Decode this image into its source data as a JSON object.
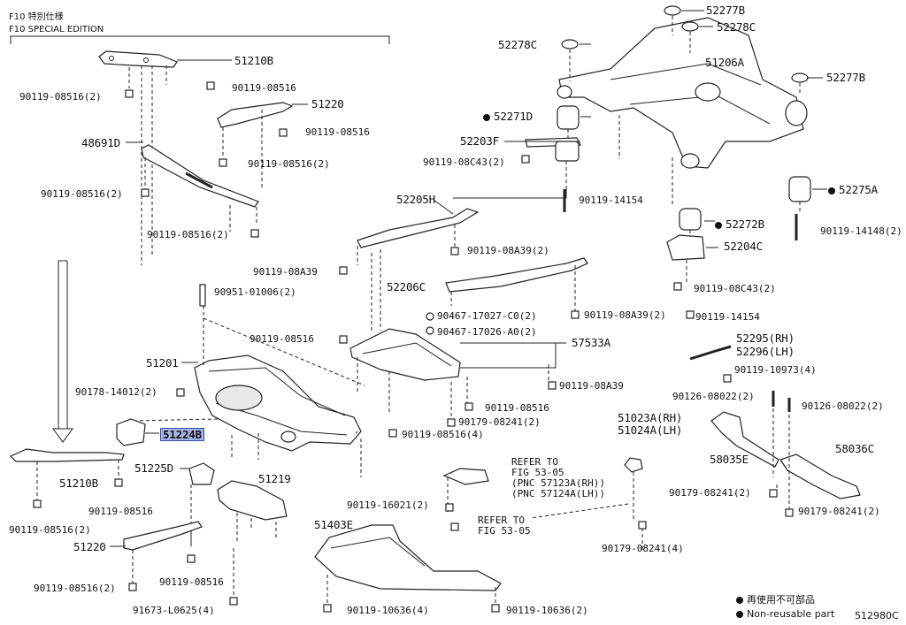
{
  "header": {
    "title_jp": "F10 特別仕様",
    "title_en": "F10 SPECIAL EDITION"
  },
  "parts": {
    "p51210B_top": "51210B",
    "p90119_08516_2_a": "90119-08516(2)",
    "p90119_08516_a": "90119-08516",
    "p51220_top": "51220",
    "p90119_08516_b": "90119-08516",
    "p48691D": "48691D",
    "p90119_08516_2_b": "90119-08516(2)",
    "p90119_08516_2_c": "90119-08516(2)",
    "p90119_08516_2_d": "90119-08516(2)",
    "p52277B_top": "52277B",
    "p52278C_left": "52278C",
    "p52278C_right": "52278C",
    "p51206A": "51206A",
    "p52277B_right": "52277B",
    "p52271D": "52271D",
    "p52203F": "52203F",
    "p90119_08C43_2_a": "90119-08C43(2)",
    "p90119_14154_a": "90119-14154",
    "p52275A": "52275A",
    "p52205H": "52205H",
    "p52272B": "52272B",
    "p90119_14148_2": "90119-14148(2)",
    "p52204C": "52204C",
    "p90119_08A39_2_a": "90119-08A39(2)",
    "p90119_08A39_a": "90119-08A39",
    "p52206C": "52206C",
    "p90119_08C43_2_b": "90119-08C43(2)",
    "p90951_01006_2": "90951-01006(2)",
    "p90467_17027": "90467-17027-C0(2)",
    "p90119_08A39_2_b": "90119-08A39(2)",
    "p90119_14154_b": "90119-14154",
    "p90467_17026": "90467-17026-A0(2)",
    "p90119_08516_c": "90119-08516",
    "p57533A": "57533A",
    "p52295": "52295(RH)",
    "p52296": "52296(LH)",
    "p51201": "51201",
    "p90119_10973_4": "90119-10973(4)",
    "p90119_08A39_b": "90119-08A39",
    "p90178_14012_2": "90178-14012(2)",
    "p90126_08022_2_a": "90126-08022(2)",
    "p90126_08022_2_b": "90126-08022(2)",
    "p90119_08516_d": "90119-08516",
    "p90179_08241_2_a": "90179-08241(2)",
    "p51224B": "51224B",
    "p90119_08516_4": "90119-08516(4)",
    "p51023A": "51023A(RH)",
    "p51024A": "51024A(LH)",
    "p51210B_low": "51210B",
    "p51225D": "51225D",
    "p51219": "51219",
    "p58035E": "58035E",
    "p58036C": "58036C",
    "p90119_08516_e": "90119-08516",
    "p90119_08516_2_e": "90119-08516(2)",
    "p90119_16021_2": "90119-16021(2)",
    "p90179_08241_2_b": "90179-08241(2)",
    "p90179_08241_2_c": "90179-08241(2)",
    "p51403E": "51403E",
    "p51220_low": "51220",
    "p90179_08241_4": "90179-08241(4)",
    "p90119_08516_f": "90119-08516",
    "p90119_08516_2_f": "90119-08516(2)",
    "p91673_L0625_4": "91673-L0625(4)",
    "p90119_10636_4": "90119-10636(4)",
    "p90119_10636_2": "90119-10636(2)"
  },
  "refs": {
    "ref1_l1": "REFER TO",
    "ref1_l2": "FIG 53-05",
    "ref1_l3": "(PNC 57123A(RH))",
    "ref1_l4": "(PNC 57124A(LH))",
    "ref2_l1": "REFER TO",
    "ref2_l2": "FIG 53-05"
  },
  "legend": {
    "jp": "再使用不可部品",
    "en": "Non-reusable part",
    "code": "512980C"
  },
  "colors": {
    "highlight_fill": "#a7b2e8",
    "highlight_border": "#3b4aa8",
    "line": "#222222"
  },
  "icons": {
    "non_reusable_marker": "filled-circle",
    "flow_arrow": "down-arrow"
  }
}
